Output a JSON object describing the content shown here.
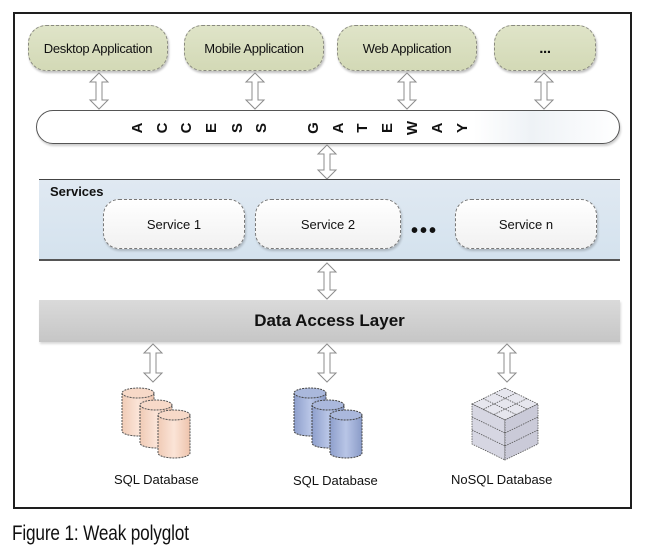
{
  "clients": [
    {
      "label": "Desktop Application"
    },
    {
      "label": "Mobile Application"
    },
    {
      "label": "Web Application"
    },
    {
      "label": "..."
    }
  ],
  "gateway": {
    "label": "ACCESS GATEWAY",
    "letters_word1": [
      "A",
      "C",
      "C",
      "E",
      "S",
      "S"
    ],
    "letters_word2": [
      "G",
      "A",
      "T",
      "E",
      "W",
      "A",
      "Y"
    ]
  },
  "services": {
    "title": "Services",
    "items": [
      {
        "label": "Service 1"
      },
      {
        "label": "Service 2"
      },
      {
        "label": "Service n"
      }
    ],
    "ellipsis": "•••"
  },
  "data_access_layer": {
    "label": "Data Access Layer"
  },
  "databases": [
    {
      "label": "SQL Database",
      "icon": "database-cylinders-icon",
      "color": "#f3d6c6"
    },
    {
      "label": "SQL Database",
      "icon": "database-cylinders-icon",
      "color": "#a9b8dc"
    },
    {
      "label": "NoSQL Database",
      "icon": "nosql-cube-icon",
      "color": "#dcdce6"
    }
  ],
  "caption": "Figure 1: Weak polyglot"
}
